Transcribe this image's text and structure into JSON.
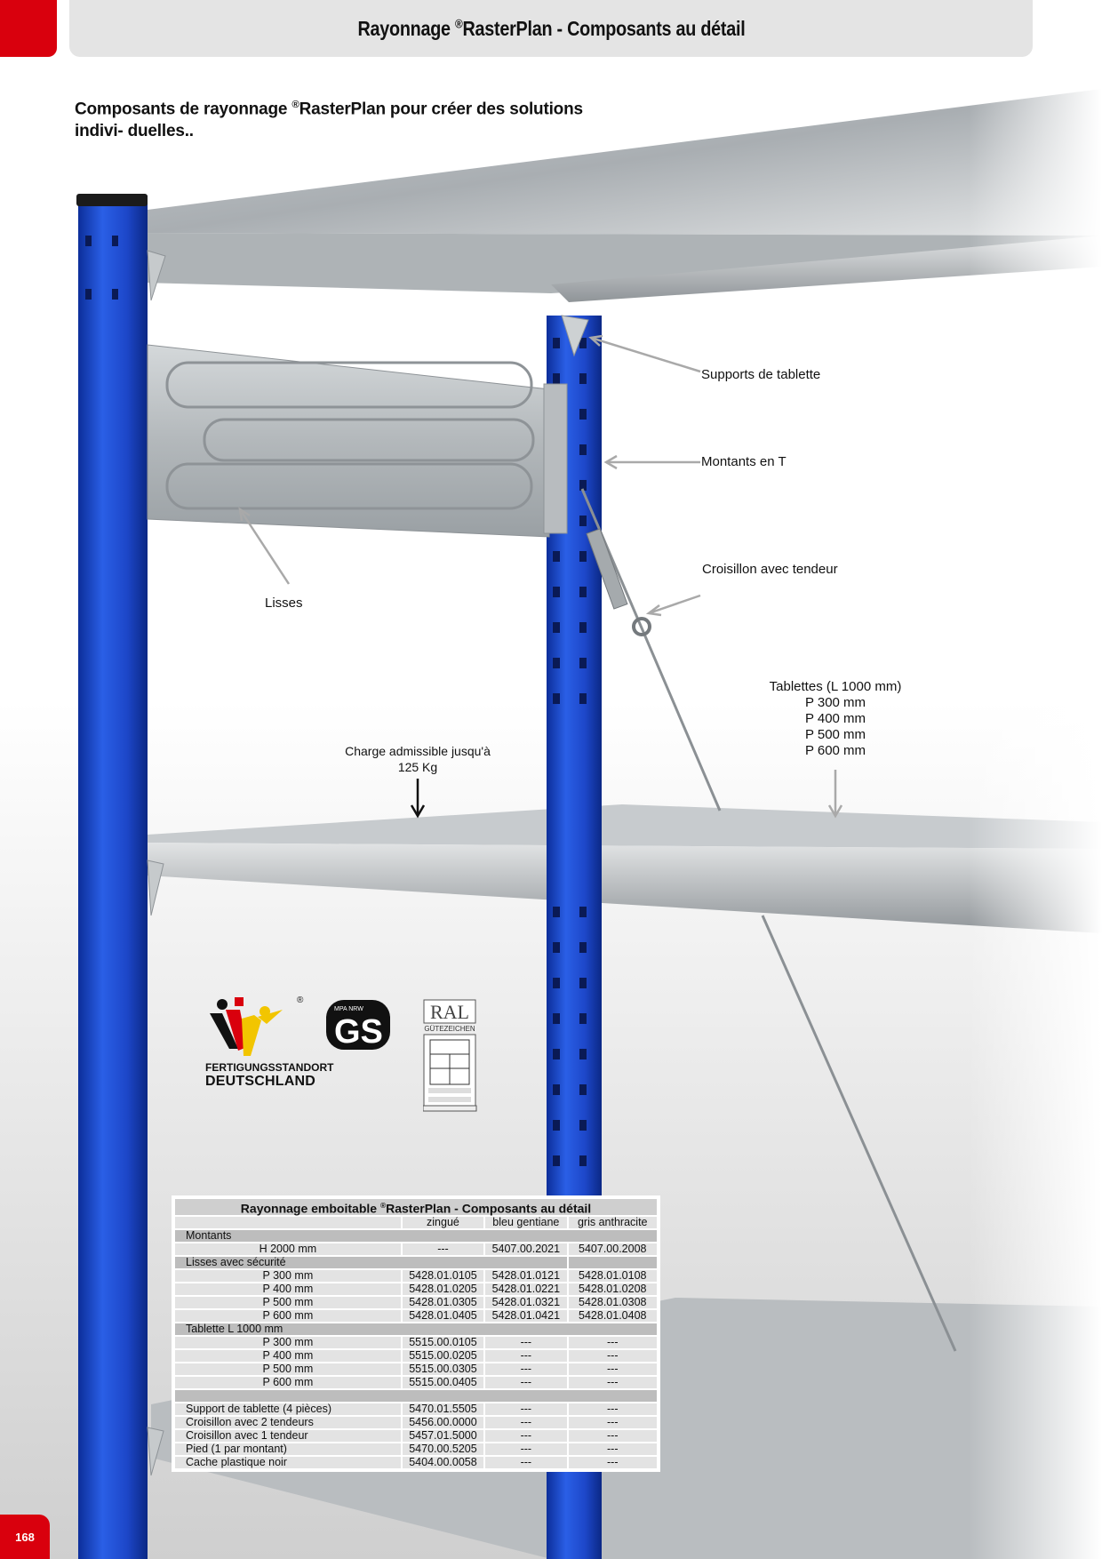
{
  "header": {
    "title_pre": "Rayonnage ",
    "title_reg": "®",
    "title_post": "RasterPlan - Composants au détail"
  },
  "intro": {
    "pre": "Composants de rayonnage ",
    "reg": "®",
    "post": "RasterPlan pour créer des solutions indivi- duelles.."
  },
  "callouts": {
    "supports": "Supports de tablette",
    "montants": "Montants en T",
    "croisillon": "Croisillon avec tendeur",
    "lisses": "Lisses",
    "tablettes": [
      "Tablettes (L 1000 mm)",
      "P 300 mm",
      "P 400 mm",
      "P 500 mm",
      "P 600 mm"
    ],
    "charge": [
      "Charge admissible jusqu'à",
      "125 Kg"
    ]
  },
  "logos": {
    "fd_line1": "FERTIGUNGSSTANDORT",
    "fd_line2": "DEUTSCHLAND",
    "fd_reg": "®",
    "gs_top": "MPA NRW",
    "ral_name": "RAL",
    "ral_sub": "GÜTEZEICHEN"
  },
  "table": {
    "title_pre": "Rayonnage emboitable ",
    "title_reg": "®",
    "title_post": "RasterPlan  - Composants au détail",
    "columns": [
      "zingué",
      "bleu gentiane",
      "gris anthracite"
    ],
    "montants_label": "Montants",
    "montants_row": {
      "label": "H 2000 mm",
      "values": [
        "---",
        "5407.00.2021",
        "5407.00.2008"
      ]
    },
    "lisses_label": "Lisses avec sécurité",
    "lisses_rows": [
      {
        "label": "P 300 mm",
        "values": [
          "5428.01.0105",
          "5428.01.0121",
          "5428.01.0108"
        ]
      },
      {
        "label": "P 400 mm",
        "values": [
          "5428.01.0205",
          "5428.01.0221",
          "5428.01.0208"
        ]
      },
      {
        "label": "P 500 mm",
        "values": [
          "5428.01.0305",
          "5428.01.0321",
          "5428.01.0308"
        ]
      },
      {
        "label": "P 600 mm",
        "values": [
          "5428.01.0405",
          "5428.01.0421",
          "5428.01.0408"
        ]
      }
    ],
    "tablette_label": "Tablette L 1000 mm",
    "tablette_rows": [
      {
        "label": "P 300 mm",
        "values": [
          "5515.00.0105",
          "---",
          "---"
        ]
      },
      {
        "label": "P 400 mm",
        "values": [
          "5515.00.0205",
          "---",
          "---"
        ]
      },
      {
        "label": "P 500 mm",
        "values": [
          "5515.00.0305",
          "---",
          "---"
        ]
      },
      {
        "label": "P 600 mm",
        "values": [
          "5515.00.0405",
          "---",
          "---"
        ]
      }
    ],
    "accessory_rows": [
      {
        "label": "Support de tablette (4 pièces)",
        "values": [
          "5470.01.5505",
          "---",
          "---"
        ]
      },
      {
        "label": "Croisillon avec 2 tendeurs",
        "values": [
          "5456.00.0000",
          "---",
          "---"
        ]
      },
      {
        "label": "Croisillon avec 1 tendeur",
        "values": [
          "5457.01.5000",
          "---",
          "---"
        ]
      },
      {
        "label": "Pied (1 par montant)",
        "values": [
          "5470.00.5205",
          "---",
          "---"
        ]
      },
      {
        "label": "Cache plastique noir",
        "values": [
          "5404.00.0058",
          "---",
          "---"
        ]
      }
    ]
  },
  "page_number": "168",
  "colors": {
    "accent_red": "#d9000d",
    "upright_blue": "#1f4fd8",
    "steel": "#b9bdc0"
  }
}
